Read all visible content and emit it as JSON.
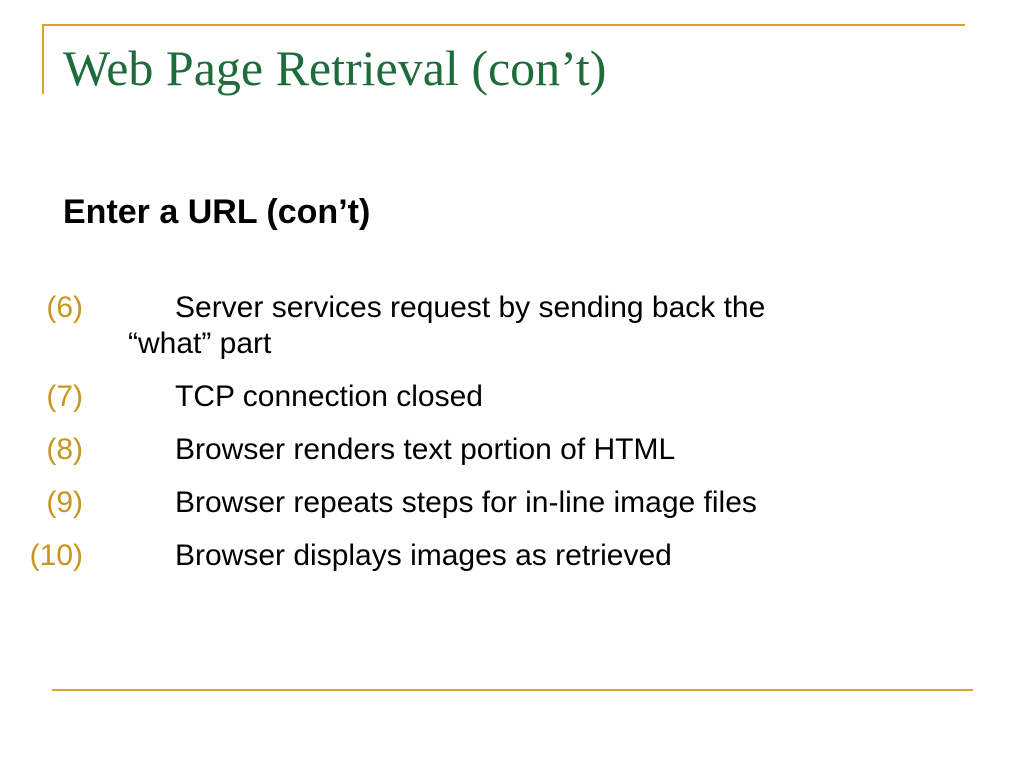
{
  "slide": {
    "title": "Web Page Retrieval (con’t)",
    "subheading": "Enter a URL (con’t)",
    "accent_color": "#d4a52a",
    "title_color": "#1e6b3c",
    "number_color": "#c8961e",
    "steps": [
      {
        "number": "(6)",
        "text_line1": "Server services request by sending back the",
        "text_line2": "“what” part"
      },
      {
        "number": "(7)",
        "text": "TCP connection closed"
      },
      {
        "number": "(8)",
        "text": "Browser renders text portion of HTML"
      },
      {
        "number": "(9)",
        "text": "Browser repeats steps for in-line image files"
      },
      {
        "number": "(10)",
        "text": "Browser displays images as retrieved"
      }
    ]
  }
}
